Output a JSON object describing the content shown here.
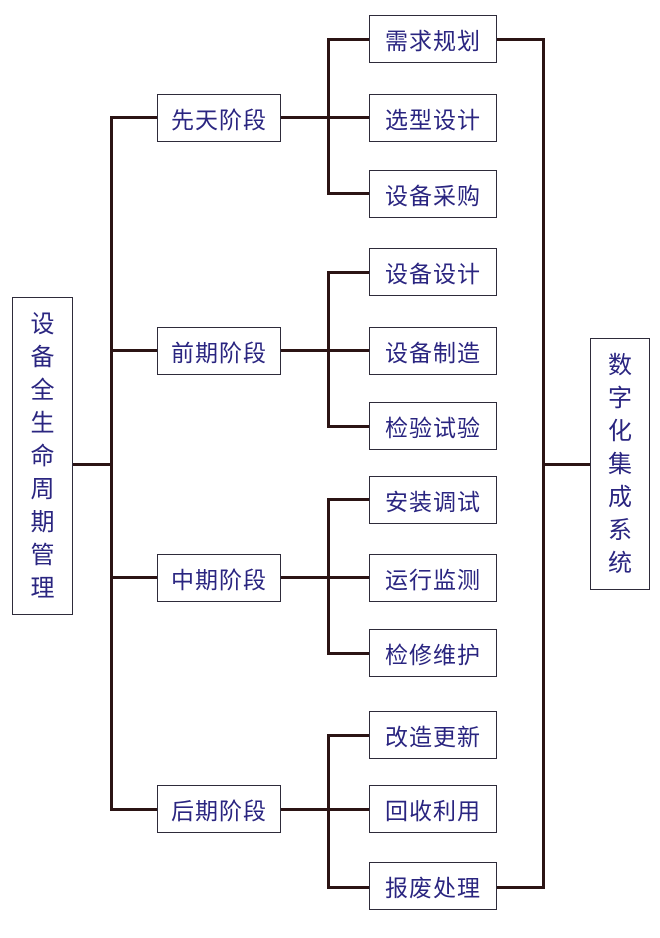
{
  "root": {
    "label": "设备全生命周期管理"
  },
  "stages": [
    {
      "label": "先天阶段",
      "items": [
        "需求规划",
        "选型设计",
        "设备采购"
      ]
    },
    {
      "label": "前期阶段",
      "items": [
        "设备设计",
        "设备制造",
        "检验试验"
      ]
    },
    {
      "label": "中期阶段",
      "items": [
        "安装调试",
        "运行监测",
        "检修维护"
      ]
    },
    {
      "label": "后期阶段",
      "items": [
        "改造更新",
        "回收利用",
        "报废处理"
      ]
    }
  ],
  "system": {
    "label": "数字化集成系统"
  },
  "colors": {
    "text": "#2a2580",
    "line": "#2b1414",
    "border": "#2e2b3a"
  }
}
